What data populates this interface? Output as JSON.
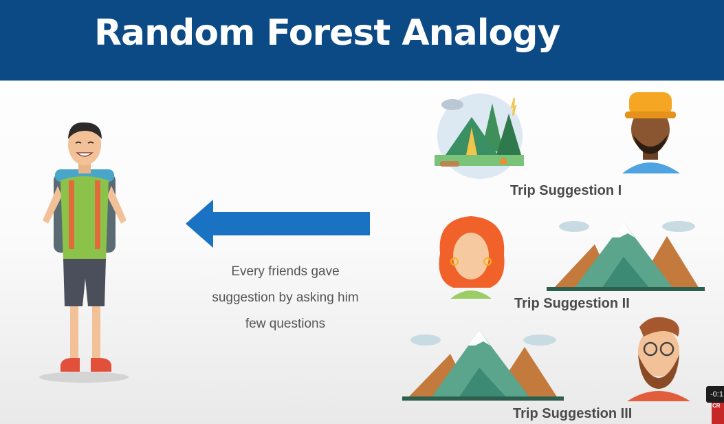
{
  "slide": {
    "title": "Random Forest Analogy",
    "caption_lines": [
      "Every friends gave",
      "suggestion by asking him",
      "few questions"
    ],
    "suggestions": [
      {
        "label": "Trip Suggestion I"
      },
      {
        "label": "Trip Suggestion II"
      },
      {
        "label": "Trip Suggestion III"
      }
    ]
  },
  "player": {
    "time": "-0:1",
    "logo_text": "CR"
  },
  "colors": {
    "header": "#0b4a85",
    "arrow": "#1a73c2",
    "shirt": "#8bc34a"
  }
}
